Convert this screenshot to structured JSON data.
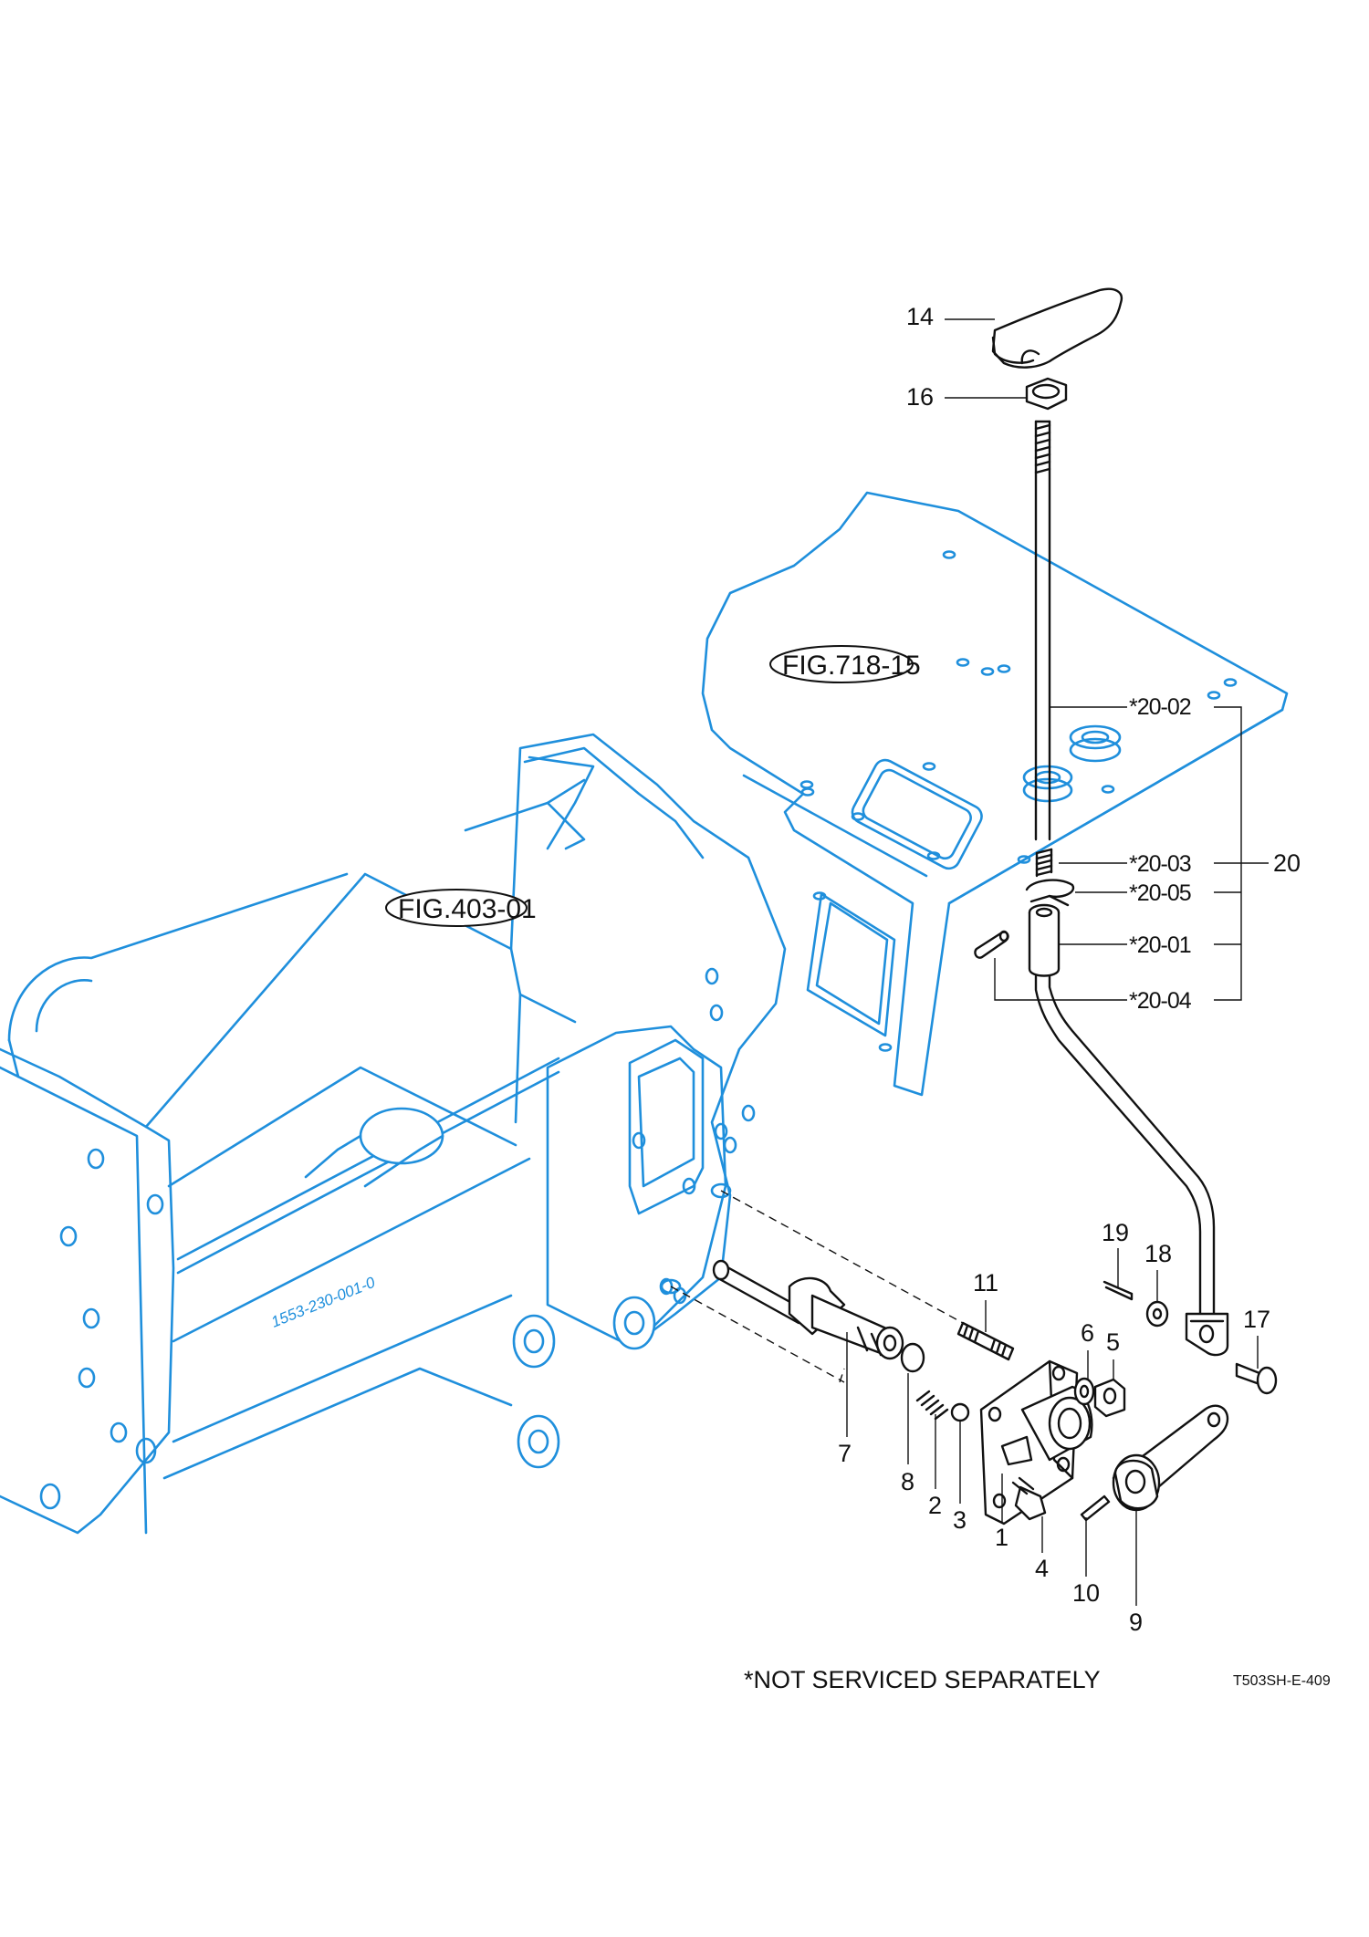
{
  "figure_refs": {
    "upper_panel": "FIG.718-15",
    "transmission_case": "FIG.403-01"
  },
  "casting_serial": "1553-230-001-0",
  "parts": {
    "p1": "1",
    "p2": "2",
    "p3": "3",
    "p4": "4",
    "p5": "5",
    "p6": "6",
    "p7": "7",
    "p8": "8",
    "p9": "9",
    "p10": "10",
    "p11": "11",
    "p14": "14",
    "p16": "16",
    "p17": "17",
    "p18": "18",
    "p19": "19",
    "p20": "20"
  },
  "sub_parts": {
    "s2002": "*20-02",
    "s2003": "*20-03",
    "s2005": "*20-05",
    "s2001": "*20-01",
    "s2004": "*20-04"
  },
  "footnote": "*NOT SERVICED SEPARATELY",
  "drawing_code": "T503SH-E-409",
  "colors": {
    "reference_line_art": "#1f8fdc",
    "part_line_art": "#111111",
    "background": "#ffffff"
  }
}
